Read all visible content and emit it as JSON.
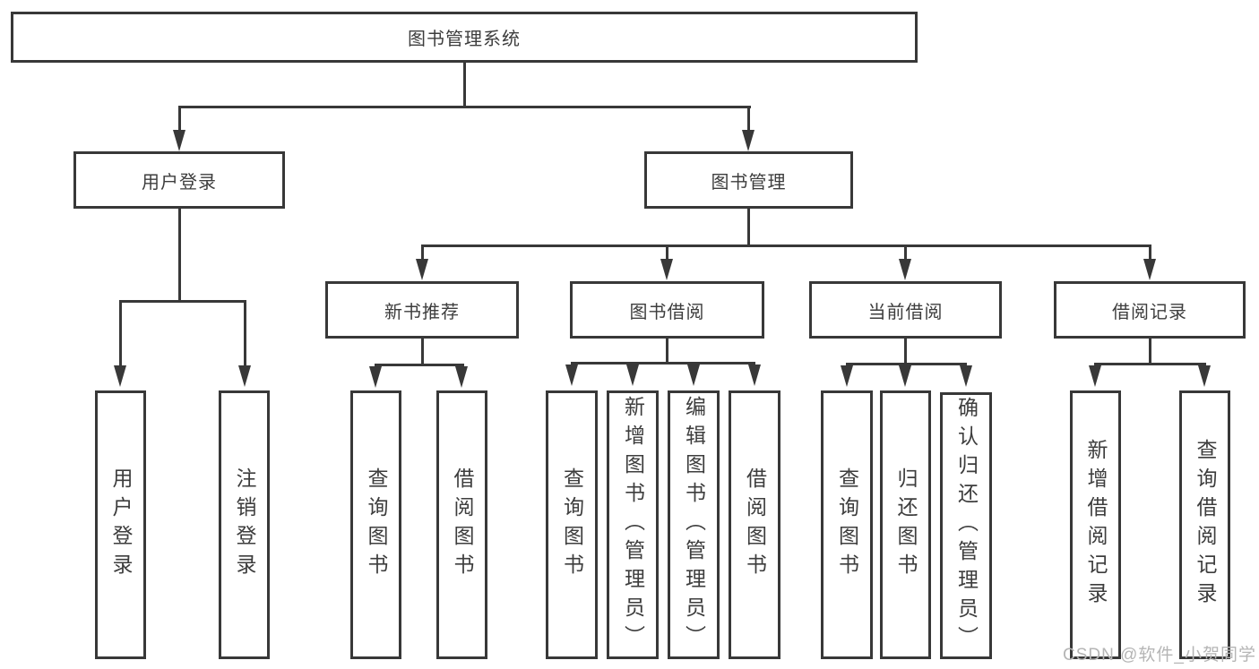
{
  "diagram": {
    "root": {
      "label": "图书管理系统"
    },
    "branches": [
      {
        "label": "用户登录",
        "children": [
          {
            "label": "用户登录"
          },
          {
            "label": "注销登录"
          }
        ]
      },
      {
        "label": "图书管理",
        "children": [
          {
            "label": "新书推荐",
            "children": [
              {
                "label": "查询图书"
              },
              {
                "label": "借阅图书"
              }
            ]
          },
          {
            "label": "图书借阅",
            "children": [
              {
                "label": "查询图书"
              },
              {
                "label": "新增图书（管理员）"
              },
              {
                "label": "编辑图书（管理员）"
              },
              {
                "label": "借阅图书"
              }
            ]
          },
          {
            "label": "当前借阅",
            "children": [
              {
                "label": "查询图书"
              },
              {
                "label": "归还图书"
              },
              {
                "label": "确认归还（管理员）"
              }
            ]
          },
          {
            "label": "借阅记录",
            "children": [
              {
                "label": "新增借阅记录"
              },
              {
                "label": "查询借阅记录"
              }
            ]
          }
        ]
      }
    ]
  },
  "watermark": {
    "text": "CSDN @软件_小贺同学"
  },
  "colors": {
    "line": "#383838",
    "text": "#3d3d3d",
    "background": "#ffffff",
    "watermark": "#b5b5b5"
  }
}
